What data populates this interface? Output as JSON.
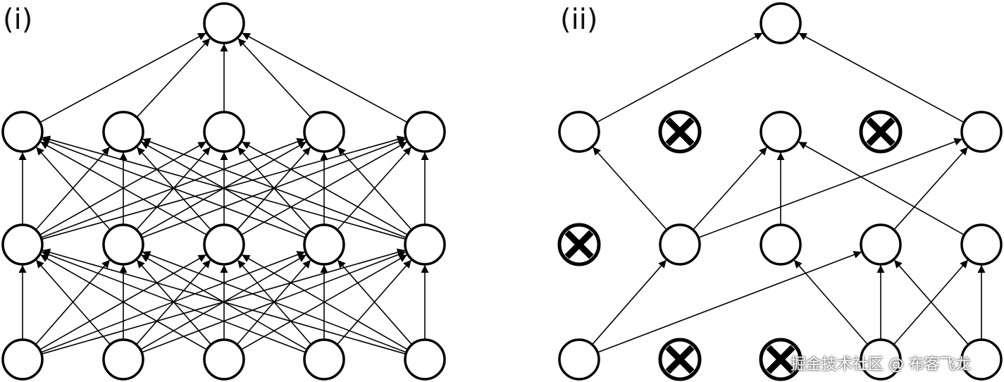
{
  "panels": [
    {
      "label": "(i)",
      "layers": [
        {
          "nodes": [
            {
              "dropped": false
            },
            {
              "dropped": false
            },
            {
              "dropped": false
            },
            {
              "dropped": false
            },
            {
              "dropped": false
            }
          ]
        },
        {
          "nodes": [
            {
              "dropped": false
            },
            {
              "dropped": false
            },
            {
              "dropped": false
            },
            {
              "dropped": false
            },
            {
              "dropped": false
            }
          ]
        },
        {
          "nodes": [
            {
              "dropped": false
            },
            {
              "dropped": false
            },
            {
              "dropped": false
            },
            {
              "dropped": false
            },
            {
              "dropped": false
            }
          ]
        },
        {
          "nodes": [
            {
              "dropped": false
            }
          ]
        }
      ],
      "connections": "full"
    },
    {
      "label": "(ii)",
      "layers": [
        {
          "nodes": [
            {
              "dropped": false
            },
            {
              "dropped": true
            },
            {
              "dropped": true
            },
            {
              "dropped": false
            },
            {
              "dropped": false
            }
          ]
        },
        {
          "nodes": [
            {
              "dropped": true
            },
            {
              "dropped": false
            },
            {
              "dropped": false
            },
            {
              "dropped": false
            },
            {
              "dropped": false
            }
          ]
        },
        {
          "nodes": [
            {
              "dropped": false
            },
            {
              "dropped": true
            },
            {
              "dropped": false
            },
            {
              "dropped": true
            },
            {
              "dropped": false
            }
          ]
        },
        {
          "nodes": [
            {
              "dropped": false
            }
          ]
        }
      ],
      "connections": [
        {
          "from": [
            0,
            0
          ],
          "to": [
            1,
            1
          ]
        },
        {
          "from": [
            0,
            0
          ],
          "to": [
            1,
            3
          ]
        },
        {
          "from": [
            0,
            3
          ],
          "to": [
            1,
            2
          ]
        },
        {
          "from": [
            0,
            3
          ],
          "to": [
            1,
            3
          ]
        },
        {
          "from": [
            0,
            3
          ],
          "to": [
            1,
            4
          ]
        },
        {
          "from": [
            0,
            4
          ],
          "to": [
            1,
            3
          ]
        },
        {
          "from": [
            0,
            4
          ],
          "to": [
            1,
            4
          ]
        },
        {
          "from": [
            1,
            1
          ],
          "to": [
            2,
            0
          ]
        },
        {
          "from": [
            1,
            1
          ],
          "to": [
            2,
            2
          ]
        },
        {
          "from": [
            1,
            1
          ],
          "to": [
            2,
            4
          ]
        },
        {
          "from": [
            1,
            2
          ],
          "to": [
            2,
            2
          ]
        },
        {
          "from": [
            1,
            3
          ],
          "to": [
            2,
            4
          ]
        },
        {
          "from": [
            1,
            4
          ],
          "to": [
            2,
            2
          ]
        },
        {
          "from": [
            2,
            0
          ],
          "to": [
            3,
            0
          ]
        },
        {
          "from": [
            2,
            4
          ],
          "to": [
            3,
            0
          ]
        }
      ]
    }
  ],
  "colors": {
    "stroke": "#000000",
    "node_fill": "#ffffff"
  },
  "watermark": "掘金技术社区 @ 布客飞龙"
}
